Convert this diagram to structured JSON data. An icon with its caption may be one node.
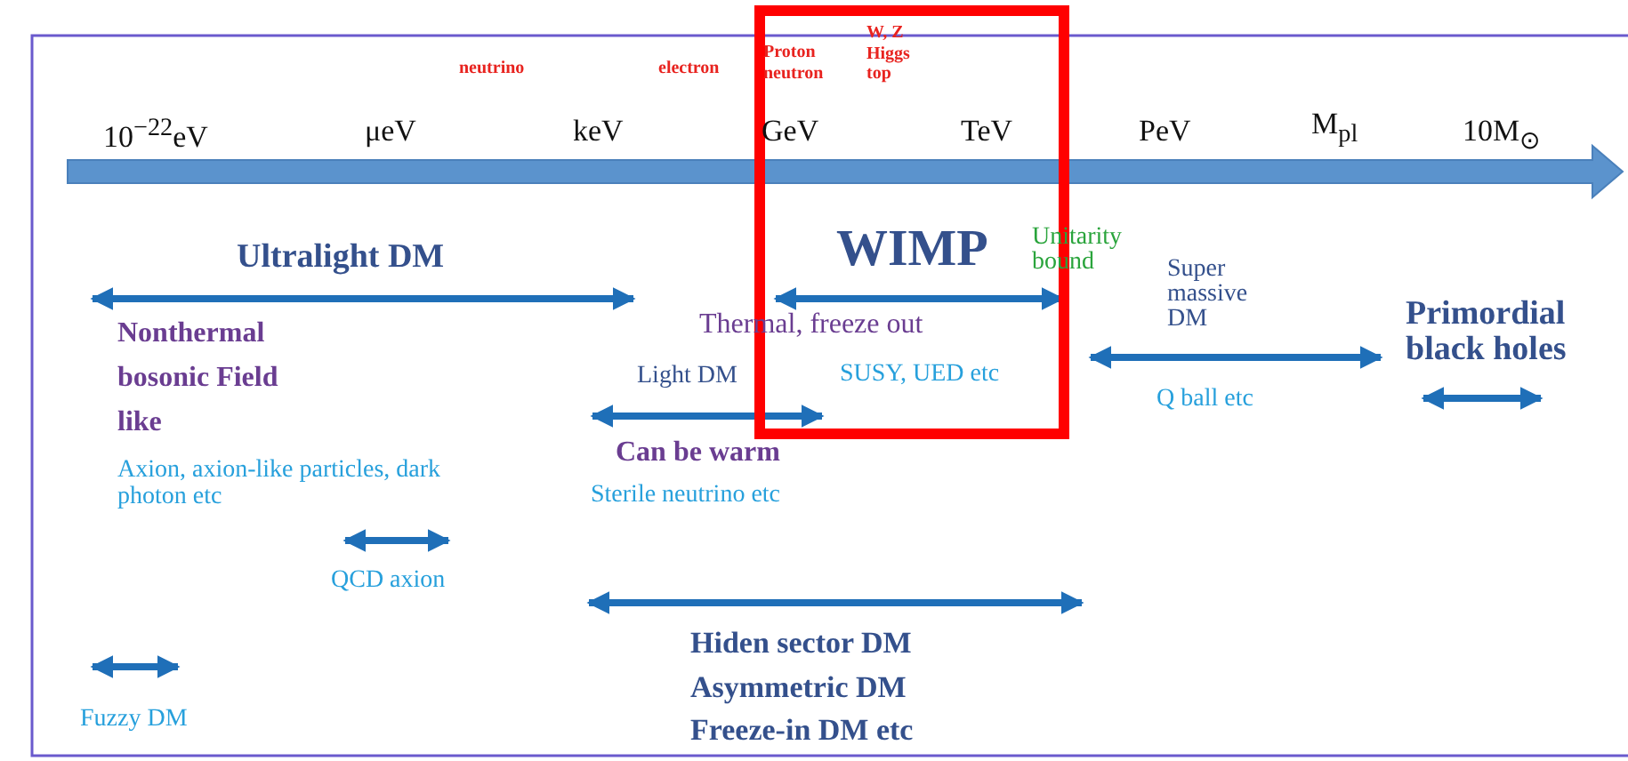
{
  "diagram": {
    "labels": [
      "neutrino",
      "electron",
      "Proton neutron",
      "W, Z Higgs top",
      "10$^{−22}$eV",
      "μeV",
      "keV",
      "GeV",
      "TeV",
      "PeV",
      "M$_{pl}$",
      "10M$_{⊙}$",
      "Ultralight DM",
      "WIMP",
      "Unitarity bound",
      "Super massive DM",
      "Primordial black holes",
      "Nonthermal bosonic Field like",
      "Thermal, freeze out",
      "Light DM",
      "SUSY, UED etc",
      "Q ball etc",
      "Axion, axion-like particles, dark photon etc",
      "Can be warm",
      "Sterile neutrino etc",
      "QCD axion",
      "Hiden sector DM Asymmetric DM Freeze-in DM etc",
      "Fuzzy DM"
    ]
  }
}
